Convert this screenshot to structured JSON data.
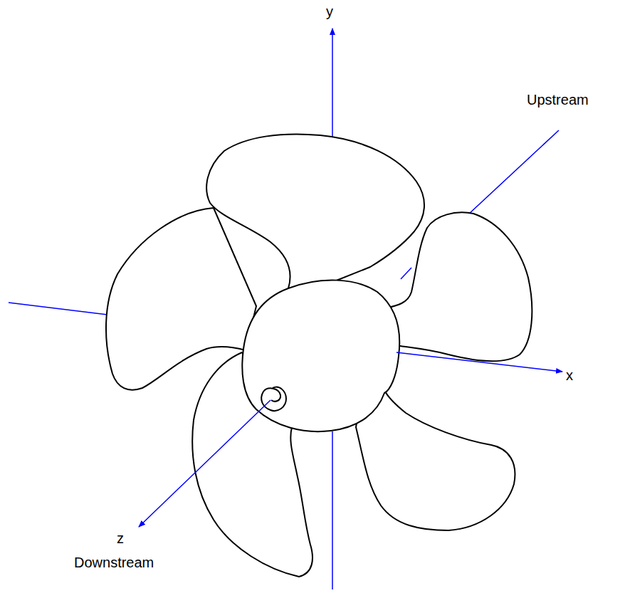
{
  "diagram": {
    "labels": [
      "y",
      "Upstream",
      "x",
      "z",
      "Downstream"
    ]
  }
}
